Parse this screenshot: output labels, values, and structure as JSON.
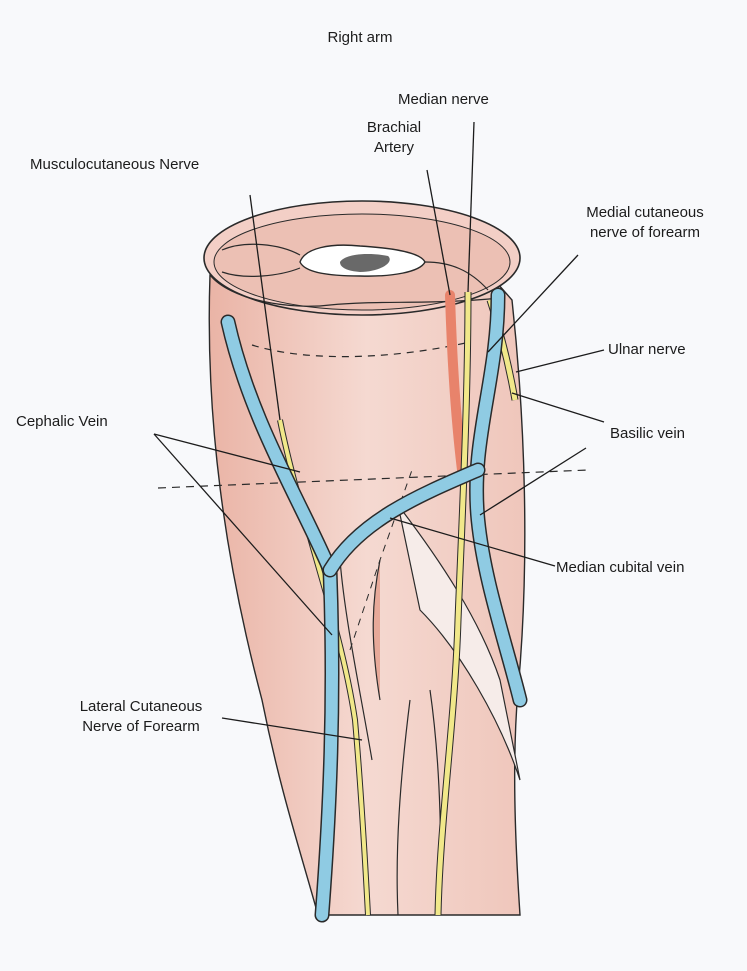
{
  "title": "Right arm",
  "labels": {
    "median_nerve": "Median nerve",
    "brachial_artery_line1": "Brachial",
    "brachial_artery_line2": "Artery",
    "musculocutaneous_nerve": "Musculocutaneous Nerve",
    "medial_cutaneous_line1": "Medial cutaneous",
    "medial_cutaneous_line2": "nerve of forearm",
    "ulnar_nerve": "Ulnar nerve",
    "cephalic_vein": "Cephalic Vein",
    "basilic_vein": "Basilic vein",
    "median_cubital_vein": "Median cubital vein",
    "lateral_cutaneous_line1": "Lateral Cutaneous",
    "lateral_cutaneous_line2": "Nerve of Forearm"
  },
  "colors": {
    "vein": "#8fcbe3",
    "nerve": "#f1e88a",
    "artery": "#e8836b",
    "muscle": "#f0c7bd",
    "muscle_shade": "#e7a999",
    "outline": "#2a2a2a"
  }
}
